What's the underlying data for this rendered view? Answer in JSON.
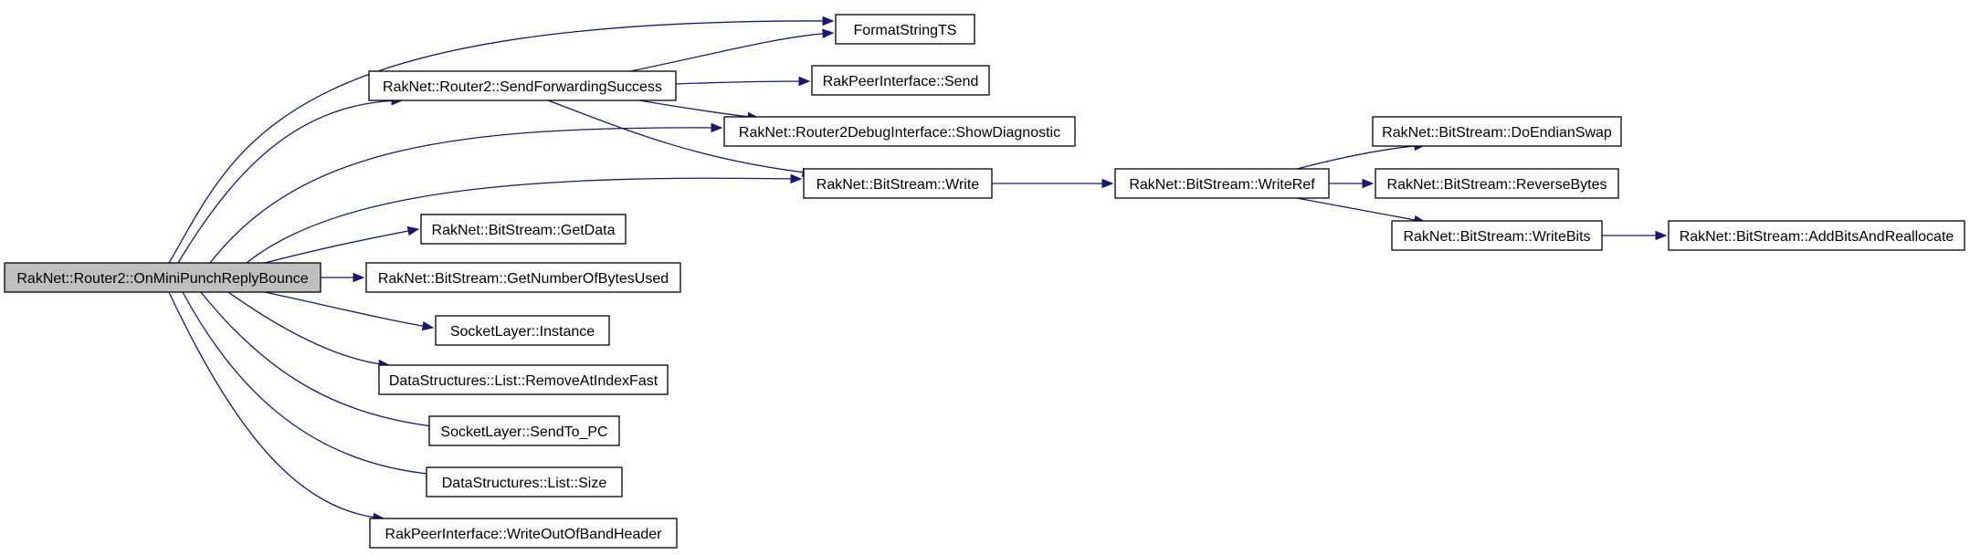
{
  "graph": {
    "nodes": [
      {
        "id": "root",
        "label": "RakNet::Router2::OnMiniPunchReplyBounce",
        "root": true
      },
      {
        "id": "fmt",
        "label": "FormatStringTS"
      },
      {
        "id": "sfs",
        "label": "RakNet::Router2::SendForwardingSuccess"
      },
      {
        "id": "rpisend",
        "label": "RakPeerInterface::Send"
      },
      {
        "id": "showdiag",
        "label": "RakNet::Router2DebugInterface::ShowDiagnostic"
      },
      {
        "id": "bswrite",
        "label": "RakNet::BitStream::Write"
      },
      {
        "id": "bswriteref",
        "label": "RakNet::BitStream::WriteRef"
      },
      {
        "id": "doendian",
        "label": "RakNet::BitStream::DoEndianSwap"
      },
      {
        "id": "revbytes",
        "label": "RakNet::BitStream::ReverseBytes"
      },
      {
        "id": "writebits",
        "label": "RakNet::BitStream::WriteBits"
      },
      {
        "id": "addbits",
        "label": "RakNet::BitStream::AddBitsAndReallocate"
      },
      {
        "id": "getdata",
        "label": "RakNet::BitStream::GetData"
      },
      {
        "id": "getnum",
        "label": "RakNet::BitStream::GetNumberOfBytesUsed"
      },
      {
        "id": "slinst",
        "label": "SocketLayer::Instance"
      },
      {
        "id": "remfast",
        "label": "DataStructures::List::RemoveAtIndexFast"
      },
      {
        "id": "sendpc",
        "label": "SocketLayer::SendTo_PC"
      },
      {
        "id": "listsize",
        "label": "DataStructures::List::Size"
      },
      {
        "id": "wooband",
        "label": "RakPeerInterface::WriteOutOfBandHeader"
      }
    ],
    "edges": [
      {
        "from": "root",
        "to": "fmt"
      },
      {
        "from": "root",
        "to": "sfs"
      },
      {
        "from": "root",
        "to": "showdiag"
      },
      {
        "from": "root",
        "to": "bswrite"
      },
      {
        "from": "root",
        "to": "getdata"
      },
      {
        "from": "root",
        "to": "getnum"
      },
      {
        "from": "root",
        "to": "slinst"
      },
      {
        "from": "root",
        "to": "remfast"
      },
      {
        "from": "root",
        "to": "sendpc"
      },
      {
        "from": "root",
        "to": "listsize"
      },
      {
        "from": "root",
        "to": "wooband"
      },
      {
        "from": "sfs",
        "to": "fmt"
      },
      {
        "from": "sfs",
        "to": "rpisend"
      },
      {
        "from": "sfs",
        "to": "showdiag"
      },
      {
        "from": "sfs",
        "to": "bswrite"
      },
      {
        "from": "bswrite",
        "to": "bswriteref"
      },
      {
        "from": "bswriteref",
        "to": "doendian"
      },
      {
        "from": "bswriteref",
        "to": "revbytes"
      },
      {
        "from": "bswriteref",
        "to": "writebits"
      },
      {
        "from": "writebits",
        "to": "addbits"
      }
    ]
  }
}
